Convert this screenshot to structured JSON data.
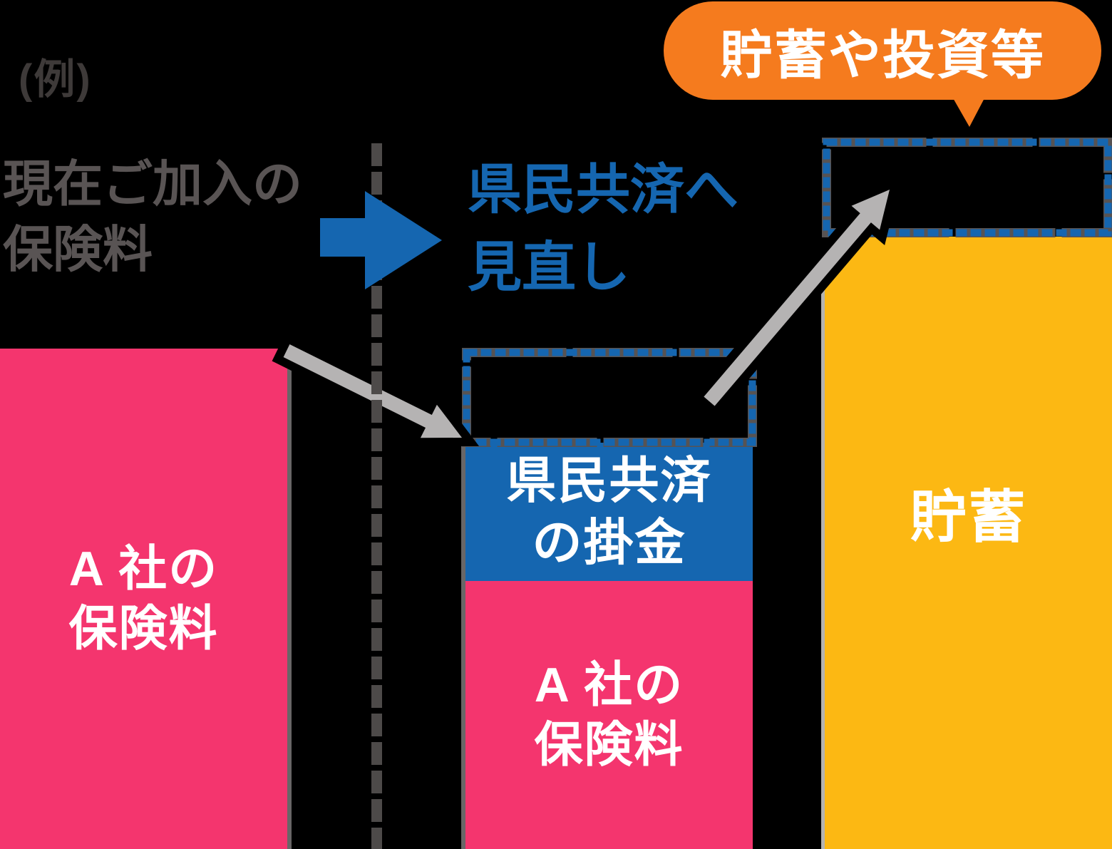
{
  "colors": {
    "background": "#000000",
    "pink": "#f4356e",
    "blue": "#1566b0",
    "yellow": "#fcb813",
    "orange": "#f57b1e",
    "arrow_light_gray": "#b5b3b3",
    "line_dark_gray": "#595454"
  },
  "example_label": "(例)",
  "left_heading": {
    "line1": "現在ご加入の",
    "line2": "保険料"
  },
  "review_heading": {
    "line1": "県民共済へ",
    "line2": "見直し"
  },
  "bubble": {
    "label": "貯蓄や投資等"
  },
  "bars": {
    "company_a_before": {
      "line1": "A 社の",
      "line2": "保険料"
    },
    "kyosai_premium": {
      "line1": "県民共済",
      "line2": "の掛金"
    },
    "company_a_after": {
      "line1": "A 社の",
      "line2": "保険料"
    },
    "savings": {
      "label": "貯蓄"
    }
  }
}
